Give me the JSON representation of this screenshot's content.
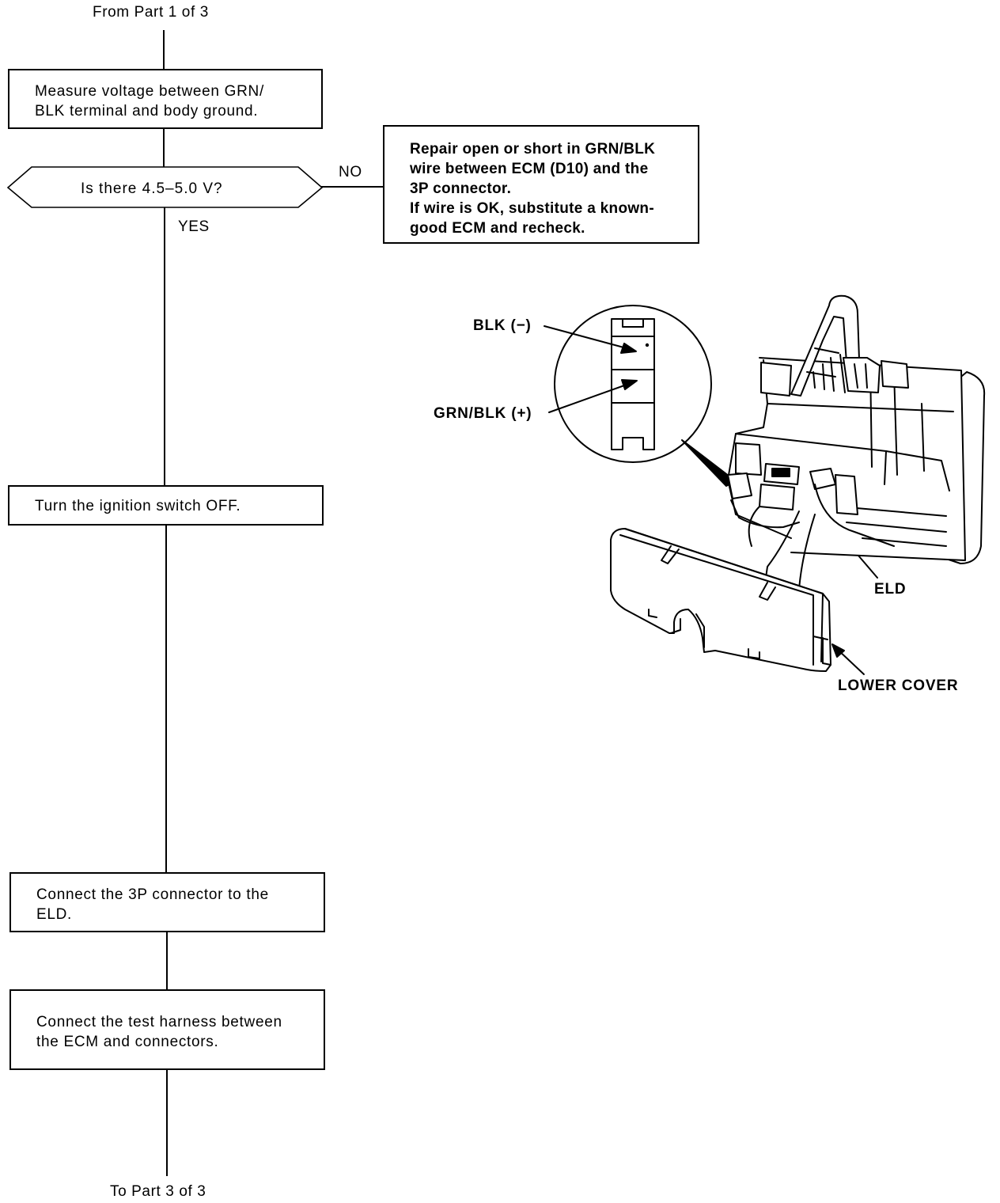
{
  "flow": {
    "top_ref": "From Part 1 of 3",
    "step1": "Measure voltage between GRN/\nBLK terminal and body ground.",
    "decision": "Is there 4.5–5.0 V?",
    "no_label": "NO",
    "yes_label": "YES",
    "no_action": "Repair open or short in GRN/BLK\nwire between ECM (D10) and the\n3P connector.\nIf wire is OK, substitute a known-\ngood ECM and recheck.",
    "step2": "Turn the ignition switch OFF.",
    "step3": "Connect the 3P connector to the\nELD.",
    "step4": "Connect the test harness between\nthe  ECM  and  connectors.",
    "bottom_ref": "To Part 3 of 3"
  },
  "illustration": {
    "blk_label": "BLK (−)",
    "grn_label": "GRN/BLK (+)",
    "eld_label": "ELD",
    "cover_label": "LOWER COVER"
  }
}
